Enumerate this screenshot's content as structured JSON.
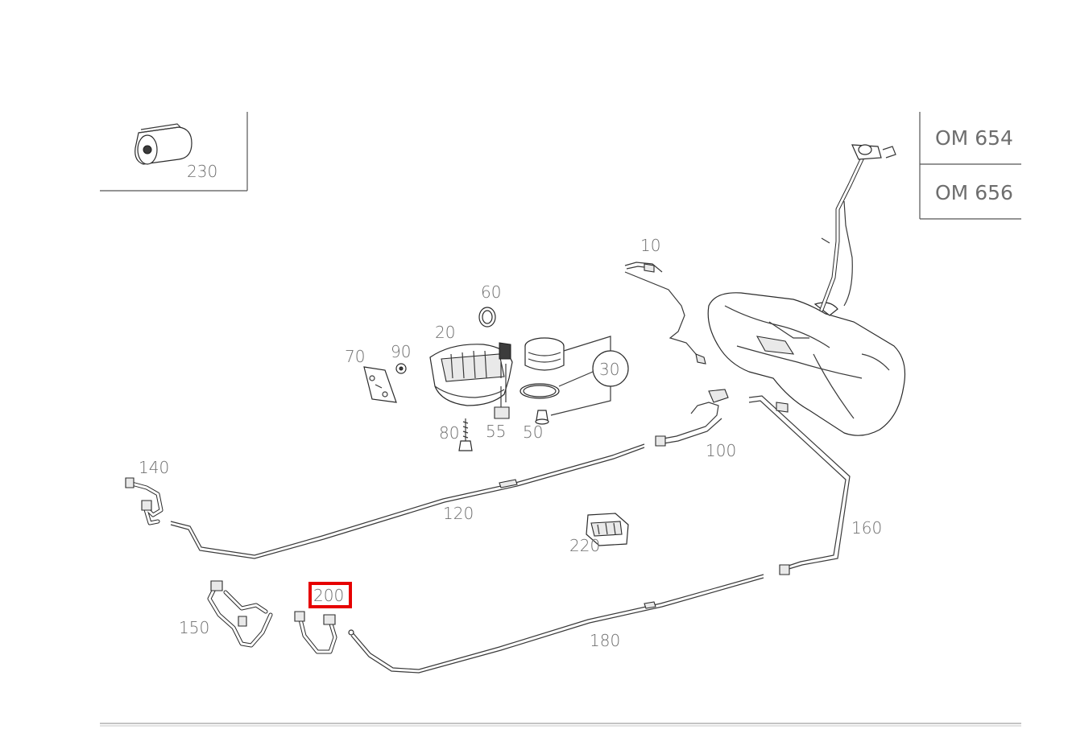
{
  "callouts": {
    "c10": "10",
    "c20": "20",
    "c30": "30",
    "c50": "50",
    "c55": "55",
    "c60": "60",
    "c70": "70",
    "c80": "80",
    "c90": "90",
    "c100": "100",
    "c120": "120",
    "c140": "140",
    "c150": "150",
    "c160": "160",
    "c180": "180",
    "c200": "200",
    "c220": "220",
    "c230": "230"
  },
  "engine_codes": [
    "OM 654",
    "OM 656"
  ],
  "highlight": {
    "label": "200",
    "color": "#e60000"
  },
  "colors": {
    "line": "#2b2b2b",
    "label": "#6e6e6e",
    "highlight": "#e60000",
    "background": "#ffffff"
  }
}
